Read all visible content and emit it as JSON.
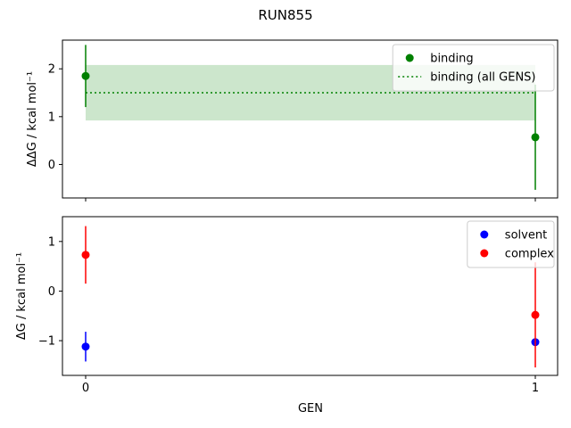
{
  "chart_data": {
    "title": "RUN855",
    "xlabel": "GEN",
    "x_ticks": [
      "0",
      "1"
    ],
    "panels": [
      {
        "type": "scatter",
        "ylabel": "ΔΔG / kcal mol⁻¹",
        "ylim": [
          -0.7,
          2.6
        ],
        "y_ticks": [
          0,
          1,
          2
        ],
        "series": [
          {
            "name": "binding",
            "color": "#008000",
            "marker": "circle",
            "points": [
              {
                "x": 0,
                "y": 1.85,
                "err": 0.65
              },
              {
                "x": 1,
                "y": 0.57,
                "err": 1.1
              }
            ]
          }
        ],
        "summary": {
          "name": "binding (all GENS)",
          "color": "#008000",
          "linestyle": "dotted",
          "y": 1.5,
          "band": [
            0.92,
            2.08
          ]
        },
        "legend": "upper right"
      },
      {
        "type": "scatter",
        "ylabel": "ΔG / kcal mol⁻¹",
        "ylim": [
          -1.7,
          1.5
        ],
        "y_ticks": [
          -1,
          0,
          1
        ],
        "series": [
          {
            "name": "solvent",
            "color": "#0000ff",
            "marker": "circle",
            "points": [
              {
                "x": 0,
                "y": -1.12,
                "err": 0.3
              },
              {
                "x": 1,
                "y": -1.03,
                "err": 0.0
              }
            ]
          },
          {
            "name": "complex",
            "color": "#ff0000",
            "marker": "circle",
            "points": [
              {
                "x": 0,
                "y": 0.73,
                "err": 0.58
              },
              {
                "x": 1,
                "y": -0.48,
                "err": 1.06
              }
            ]
          }
        ],
        "legend": "upper right"
      }
    ]
  }
}
